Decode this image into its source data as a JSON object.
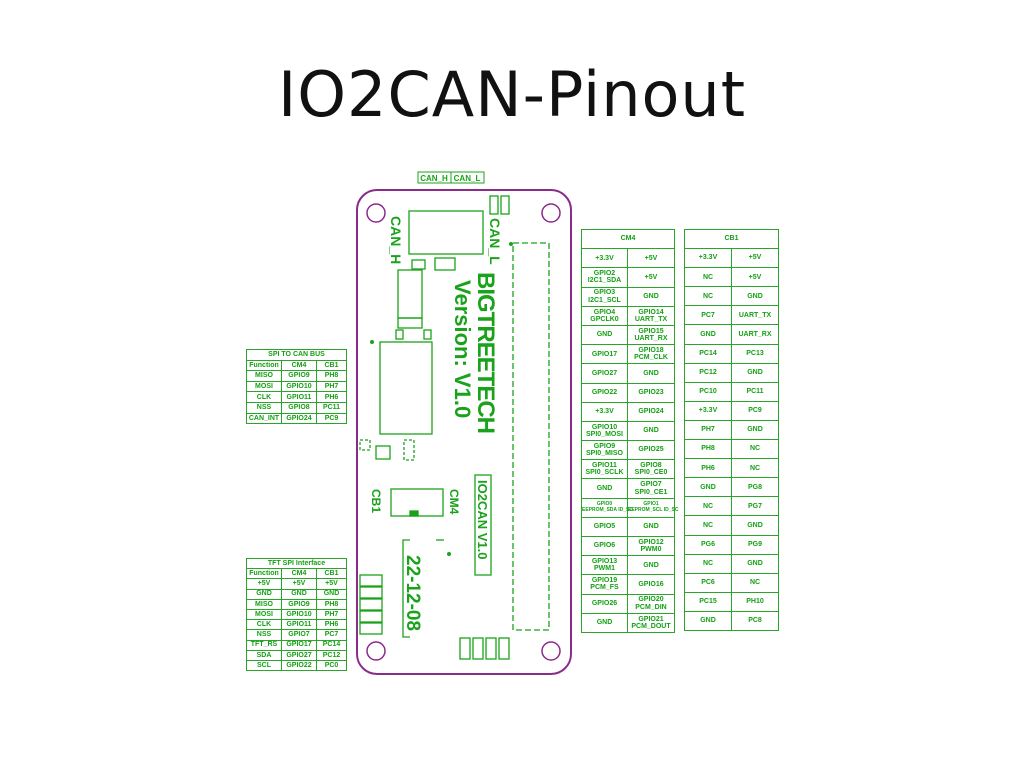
{
  "title": "IO2CAN-Pinout",
  "colors": {
    "board_outline": "#8a2b8a",
    "silkscreen": "#1aa31a",
    "title": "#111111"
  },
  "board": {
    "brand": "BIGTREETECH",
    "version": "Version: V1.0",
    "model": "IO2CAN V1.0",
    "date": "22-12-08",
    "can_h": "CAN_H",
    "can_l": "CAN_L",
    "cb1": "CB1",
    "cm4": "CM4",
    "connector_labels": [
      "CAN_H",
      "CAN_L"
    ]
  },
  "spi_to_can": {
    "title": "SPI TO CAN BUS",
    "headers": [
      "Function",
      "CM4",
      "CB1"
    ],
    "rows": [
      [
        "MISO",
        "GPIO9",
        "PH8"
      ],
      [
        "MOSI",
        "GPIO10",
        "PH7"
      ],
      [
        "CLK",
        "GPIO11",
        "PH6"
      ],
      [
        "NSS",
        "GPIO8",
        "PC11"
      ],
      [
        "CAN_INT",
        "GPIO24",
        "PC9"
      ]
    ]
  },
  "tft_spi": {
    "title": "TFT SPI Interface",
    "headers": [
      "Function",
      "CM4",
      "CB1"
    ],
    "rows": [
      [
        "+5V",
        "+5V",
        "+5V"
      ],
      [
        "GND",
        "GND",
        "GND"
      ],
      [
        "MISO",
        "GPIO9",
        "PH8"
      ],
      [
        "MOSI",
        "GPIO10",
        "PH7"
      ],
      [
        "CLK",
        "GPIO11",
        "PH6"
      ],
      [
        "NSS",
        "GPIO7",
        "PC7"
      ],
      [
        "TFT_RS",
        "GPIO17",
        "PC14"
      ],
      [
        "SDA",
        "GPIO27",
        "PC12"
      ],
      [
        "SCL",
        "GPIO22",
        "PC0"
      ]
    ]
  },
  "cm4_table": {
    "title": "CM4",
    "rows": [
      [
        "+3.3V",
        "+5V"
      ],
      [
        "GPIO2 I2C1_SDA",
        "+5V"
      ],
      [
        "GPIO3 I2C1_SCL",
        "GND"
      ],
      [
        "GPIO4 GPCLK0",
        "GPIO14 UART_TX"
      ],
      [
        "GND",
        "GPIO15 UART_RX"
      ],
      [
        "GPIO17",
        "GPIO18 PCM_CLK"
      ],
      [
        "GPIO27",
        "GND"
      ],
      [
        "GPIO22",
        "GPIO23"
      ],
      [
        "+3.3V",
        "GPIO24"
      ],
      [
        "GPIO10 SPI0_MOSI",
        "GND"
      ],
      [
        "GPIO9 SPI0_MISO",
        "GPIO25"
      ],
      [
        "GPIO11 SPI0_SCLK",
        "GPIO8 SPI0_CE0"
      ],
      [
        "GND",
        "GPIO7 SPI0_CE1"
      ],
      [
        "GPIO0 EEPROM_SDA ID_SD",
        "GPIO1 EEPROM_SCL ID_SC"
      ],
      [
        "GPIO5",
        "GND"
      ],
      [
        "GPIO6",
        "GPIO12 PWM0"
      ],
      [
        "GPIO13 PWM1",
        "GND"
      ],
      [
        "GPIO19 PCM_FS",
        "GPIO16"
      ],
      [
        "GPIO26",
        "GPIO20 PCM_DIN"
      ],
      [
        "GND",
        "GPIO21 PCM_DOUT"
      ]
    ]
  },
  "cb1_table": {
    "title": "CB1",
    "rows": [
      [
        "+3.3V",
        "+5V"
      ],
      [
        "NC",
        "+5V"
      ],
      [
        "NC",
        "GND"
      ],
      [
        "PC7",
        "UART_TX"
      ],
      [
        "GND",
        "UART_RX"
      ],
      [
        "PC14",
        "PC13"
      ],
      [
        "PC12",
        "GND"
      ],
      [
        "PC10",
        "PC11"
      ],
      [
        "+3.3V",
        "PC9"
      ],
      [
        "PH7",
        "GND"
      ],
      [
        "PH8",
        "NC"
      ],
      [
        "PH6",
        "NC"
      ],
      [
        "GND",
        "PG8"
      ],
      [
        "NC",
        "PG7"
      ],
      [
        "NC",
        "GND"
      ],
      [
        "PG6",
        "PG9"
      ],
      [
        "NC",
        "GND"
      ],
      [
        "PC6",
        "NC"
      ],
      [
        "PC15",
        "PH10"
      ],
      [
        "GND",
        "PC8"
      ]
    ]
  }
}
